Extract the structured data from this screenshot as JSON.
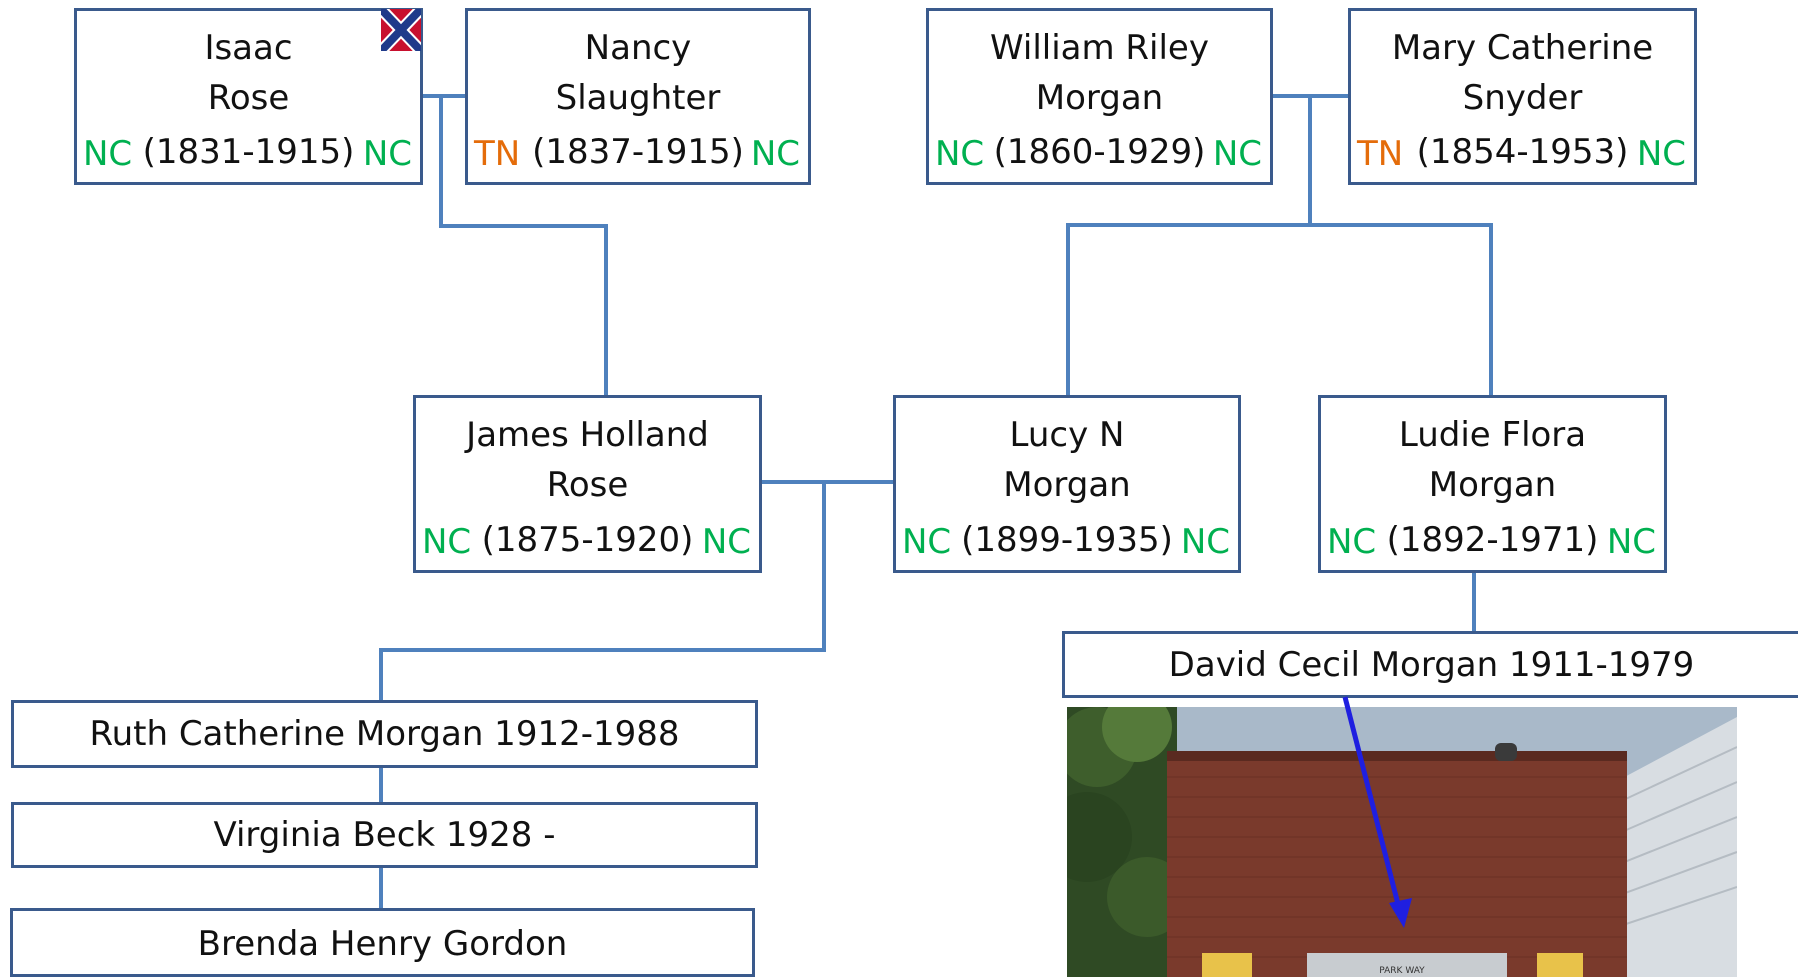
{
  "grandparents": {
    "isaac": {
      "name_line1": "Isaac",
      "name_line2": "Rose",
      "years": "(1831-1915)",
      "birth_state": "NC",
      "death_state": "NC"
    },
    "nancy": {
      "name_line1": "Nancy",
      "name_line2": "Slaughter",
      "years": "(1837-1915)",
      "birth_state": "TN",
      "death_state": "NC"
    },
    "william": {
      "name_line1": "William Riley",
      "name_line2": "Morgan",
      "years": "(1860-1929)",
      "birth_state": "NC",
      "death_state": "NC"
    },
    "mary": {
      "name_line1": "Mary Catherine",
      "name_line2": "Snyder",
      "years": "(1854-1953)",
      "birth_state": "TN",
      "death_state": "NC"
    }
  },
  "parents": {
    "james": {
      "name_line1": "James Holland",
      "name_line2": "Rose",
      "years": "(1875-1920)",
      "birth_state": "NC",
      "death_state": "NC"
    },
    "lucy": {
      "name_line1": "Lucy N",
      "name_line2": "Morgan",
      "years": "(1899-1935)",
      "birth_state": "NC",
      "death_state": "NC"
    },
    "ludie": {
      "name_line1": "Ludie Flora",
      "name_line2": "Morgan",
      "years": "(1892-1971)",
      "birth_state": "NC",
      "death_state": "NC"
    }
  },
  "descendants": {
    "ruth": "Ruth Catherine Morgan 1912-1988",
    "virginia": "Virginia Beck 1928 -",
    "brenda": "Brenda Henry Gordon",
    "david": "David Cecil Morgan 1911-1979"
  },
  "photo": {
    "sign_text": "PARK WAY"
  },
  "icons": {
    "flag": "confederate-flag-icon"
  },
  "colors": {
    "line": "#4f81bd",
    "border": "#3a5a8c",
    "nc": "#00b050",
    "tn": "#e46c0a",
    "arrow": "#1f1fe0"
  }
}
